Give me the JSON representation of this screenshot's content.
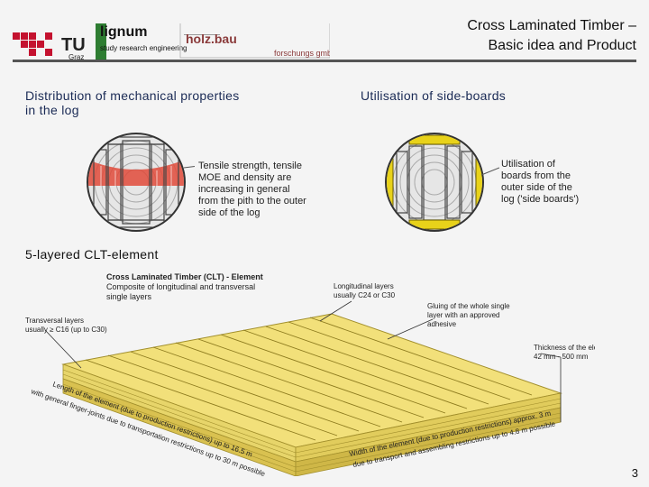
{
  "header": {
    "tu_logo_text": "TU",
    "tu_logo_sub": "Graz",
    "lignum_title": "lignum",
    "lignum_tagline": "study research engineering",
    "holzbau_title": "holz.bau",
    "holzbau_sub": "forschungs gmbh",
    "slide_title_line1": "Cross Laminated Timber –",
    "slide_title_line2": "Basic idea and Product"
  },
  "sections": {
    "left_heading_line1": "Distribution of mechanical properties",
    "left_heading_line2": "in the log",
    "right_heading": "Utilisation of side-boards",
    "clt_heading": "5-layered CLT-element"
  },
  "log_left": {
    "caption": [
      "Tensile strength, tensile",
      "MOE and density are",
      "increasing in general",
      "from the pith to the outer",
      "side of the log"
    ]
  },
  "log_right": {
    "caption": [
      "Utilisation of",
      "boards from the",
      "outer side of the",
      "log ('side boards')"
    ]
  },
  "clt_diagram": {
    "title": "Cross Laminated Timber (CLT) - Element",
    "subtitle_line1": "Composite of longitudinal and transversal",
    "subtitle_line2": "single layers",
    "transversal_line1": "Transversal layers",
    "transversal_line2": "usually ≥ C16 (up to C30)",
    "longitudinal_line1": "Longitudinal layers",
    "longitudinal_line2": "usually C24 or C30",
    "gluing_line1": "Gluing of the whole single",
    "gluing_line2": "layer with an approved",
    "gluing_line3": "adhesive",
    "thickness_line1": "Thickness of the element:",
    "thickness_line2": "42 mm - 500 mm",
    "length_line1": "Length of the element (due to production restrictions) up to 16.5 m",
    "length_line2": "with general finger-joints due to transportation restrictions up to 30 m possible",
    "width_line1": "Width of the element (due to production restrictions) approx. 3 m",
    "width_line2": "due to transport and assembling restrictions up to 4.8 m possible"
  },
  "page_number": "3",
  "colors": {
    "tu_red": "#c4122f",
    "header_green": "#2e7d32",
    "heading_blue": "#1a2a55",
    "wood_yellow": "#f2e07a",
    "wood_dark": "#d9c150",
    "side_board_yellow": "#e8d21a"
  }
}
